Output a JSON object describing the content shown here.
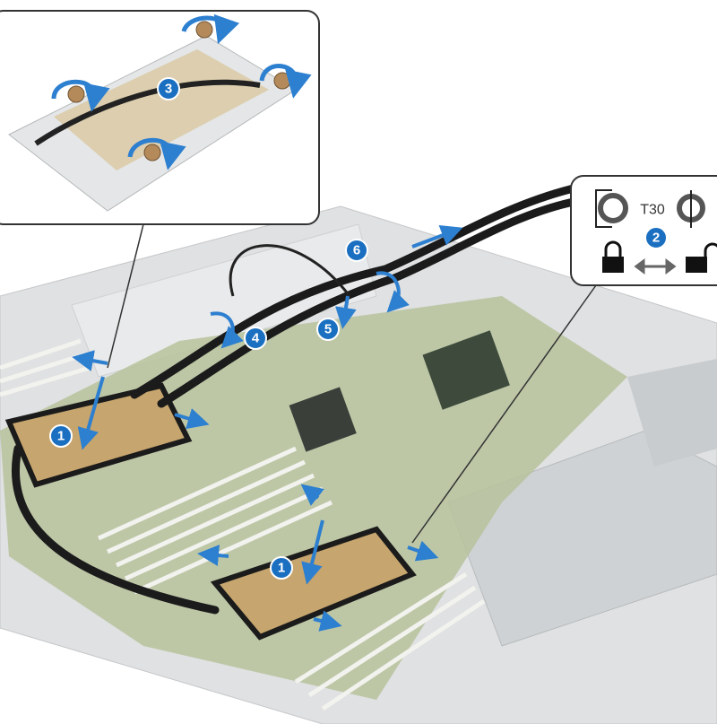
{
  "callouts": {
    "step1a": "1",
    "step1b": "1",
    "step2": "2",
    "step3": "3",
    "step4": "4",
    "step5": "5",
    "step6": "6"
  },
  "tool_callout": {
    "torx_label": "T30",
    "icons": [
      "torx-wrench-icon",
      "torx-screw-icon",
      "lock-closed-icon",
      "double-arrow-icon",
      "lock-open-icon"
    ]
  },
  "colors": {
    "callout_blue": "#1a6fc1",
    "arrow_blue": "#2d7fd0",
    "board_green": "#a9b88a",
    "chassis_gray": "#d9dbdc",
    "cable_black": "#1b1b1b"
  }
}
